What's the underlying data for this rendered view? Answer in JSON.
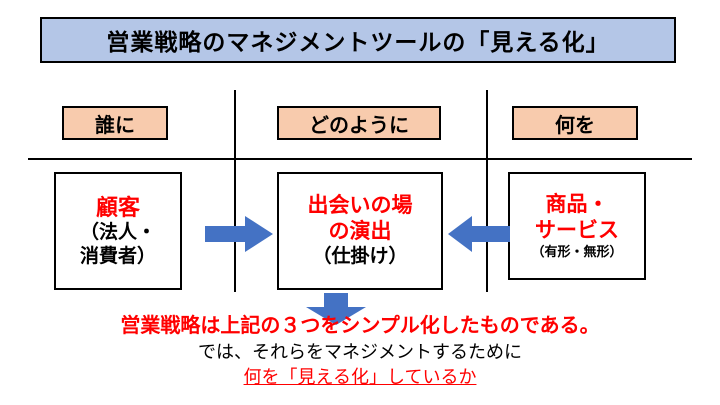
{
  "title": "営業戦略のマネジメントツールの「見える化」",
  "columns": [
    {
      "header": "誰に",
      "main": "顧客",
      "sub": "（法人・\n消費者）"
    },
    {
      "header": "どのように",
      "main": "出会いの場\nの演出",
      "sub": "（仕掛け）"
    },
    {
      "header": "何を",
      "main": "商品・\nサービス",
      "sub": "（有形・無形）"
    }
  ],
  "footer": {
    "line1": "営業戦略は上記の３つをシンプル化したものである。",
    "line2": "では、それらをマネジメントするために",
    "line3": "何を「見える化」しているか"
  },
  "icons": {
    "arrow_right": "right-block-arrow-icon",
    "arrow_left": "left-block-arrow-icon",
    "arrow_down": "down-block-arrow-icon"
  },
  "colors": {
    "title_bg": "#b4c6e7",
    "header_bg": "#f8cbad",
    "accent_red": "#ff0000",
    "arrow_blue": "#4472c4",
    "border_black": "#000000"
  }
}
